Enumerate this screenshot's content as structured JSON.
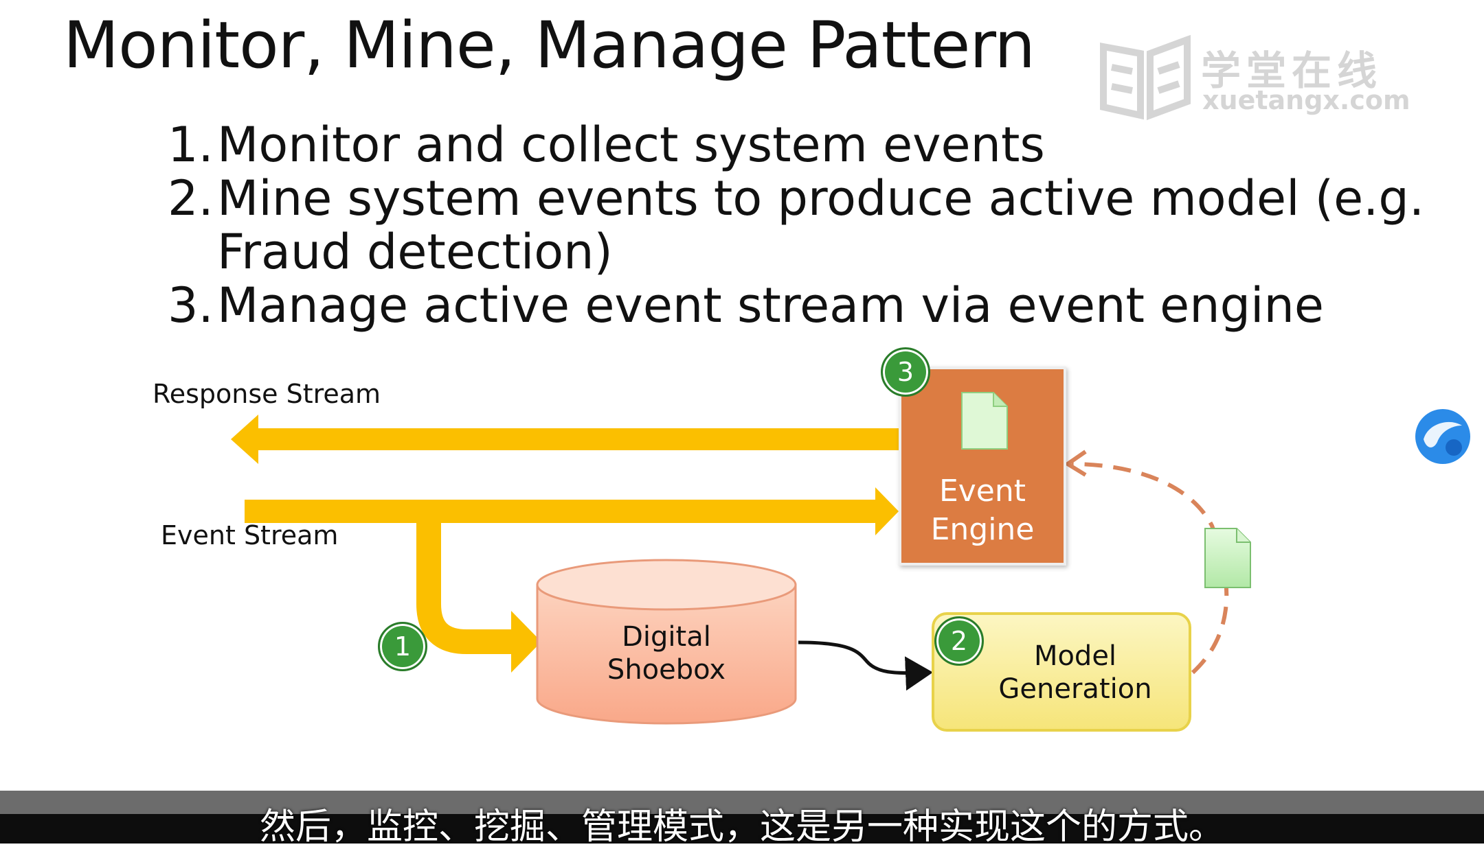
{
  "slide": {
    "title": "Monitor, Mine, Manage Pattern",
    "list": [
      {
        "number": "1.",
        "text": "Monitor and collect system events"
      },
      {
        "number": "2.",
        "text": "Mine system events to produce active model (e.g."
      },
      {
        "number": "",
        "text": "Fraud detection)"
      },
      {
        "number": "3.",
        "text": "Manage active event stream via event engine"
      }
    ]
  },
  "watermark": {
    "chinese": "学堂在线",
    "url": "xuetangx.com"
  },
  "diagram": {
    "response_stream_label": "Response Stream",
    "event_stream_label": "Event Stream",
    "event_engine_label": "Event\nEngine",
    "model_generation_label": "Model\nGeneration",
    "digital_shoebox_label": "Digital\nShoebox",
    "step_1": "1",
    "step_2": "2",
    "step_3": "3",
    "colors": {
      "stream_arrow": "#fbbf00",
      "event_engine": "#dc7c42",
      "model_generation": "#f8e98a",
      "shoebox": "#fcc0a6",
      "step_badge": "#3a9a3a",
      "document": "#c8f2c0"
    }
  },
  "subtitle": "然后，监控、挖掘、管理模式，这是另一种实现这个的方式。"
}
